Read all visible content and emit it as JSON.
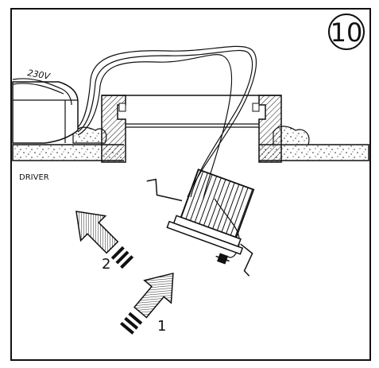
{
  "step_number": "10",
  "labels": {
    "voltage": "230V",
    "driver": "DRIVER",
    "arrow_1": "1",
    "arrow_2": "2"
  },
  "colors": {
    "ink": "#111111",
    "paper": "#ffffff"
  },
  "icons": {
    "step_badge": "circled-number",
    "arrows": "hatched-direction-arrow"
  }
}
